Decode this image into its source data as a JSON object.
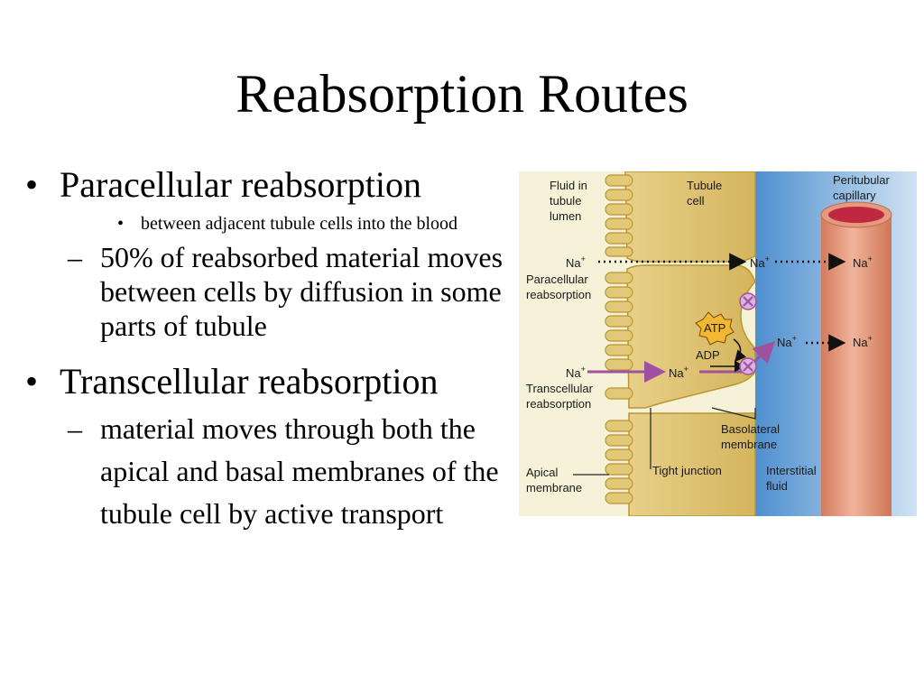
{
  "slide": {
    "title": "Reabsorption Routes",
    "bullets": [
      {
        "text": "Paracellular reabsorption",
        "note": "between adjacent tubule cells into the blood",
        "detail": "50% of reabsorbed material moves between cells by diffusion in some parts of tubule"
      },
      {
        "text": "Transcellular reabsorption",
        "detail": "material moves through both the apical and basal membranes of the tubule cell by active transport"
      }
    ],
    "markers": {
      "bullet": "•",
      "dash": "–"
    }
  },
  "figure": {
    "labels": {
      "fluid_l1": "Fluid in",
      "fluid_l2": "tubule",
      "fluid_l3": "lumen",
      "tubule_l1": "Tubule",
      "tubule_l2": "cell",
      "capillary_l1": "Peritubular",
      "capillary_l2": "capillary",
      "na_para_left": "Na",
      "na_para_mid": "Na",
      "na_para_right": "Na",
      "para_l1": "Paracellular",
      "para_l2": "reabsorption",
      "atp": "ATP",
      "adp": "ADP",
      "na_trans_left": "Na",
      "na_trans_mid": "Na",
      "na_trans_out": "Na",
      "na_trans_right": "Na",
      "trans_l1": "Transcellular",
      "trans_l2": "reabsorption",
      "baso_l1": "Basolateral",
      "baso_l2": "membrane",
      "apical_l1": "Apical",
      "apical_l2": "membrane",
      "tight": "Tight junction",
      "interstitial_l1": "Interstitial",
      "interstitial_l2": "fluid",
      "plus": "+"
    },
    "colors": {
      "lumen": "#f6f2d8",
      "cell": "#dcc070",
      "cell_edge": "#b8962f",
      "interstitial": "#5f9fd6",
      "capillary": "#de8a6c",
      "capillary_inner": "#c02840",
      "arrow_trans": "#a050a0",
      "atp_fill": "#f2b830"
    }
  }
}
